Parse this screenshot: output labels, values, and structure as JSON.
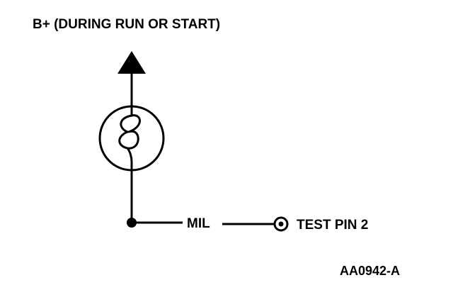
{
  "labels": {
    "supply": "B+ (DURING RUN OR START)",
    "mil": "MIL",
    "test_pin": "TEST PIN 2",
    "figure_code": "AA0942-A"
  },
  "colors": {
    "ink": "#000000",
    "background": "#ffffff"
  },
  "icons": {
    "bulb": "lamp-bulb-icon",
    "arrow": "up-arrow-icon",
    "terminal": "test-terminal-icon"
  }
}
